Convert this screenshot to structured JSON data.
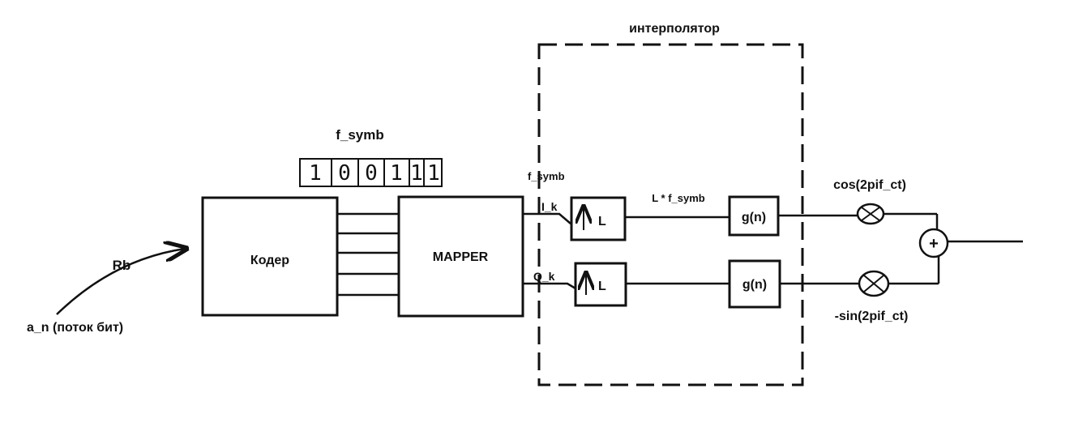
{
  "diagram": {
    "interpolator_label": "интерполятор",
    "bits_label": "f_symb",
    "bits": [
      "1",
      "0",
      "0",
      "1",
      "1",
      "1"
    ],
    "input_stream_label": "a_n (поток бит)",
    "rate_label": "Rb",
    "coder_label": "Кодер",
    "mapper_label": "MAPPER",
    "f_symb_small_label": "f_symb",
    "i_branch_label": "I_k",
    "q_branch_label": "Q_k",
    "upsampler_label": "L",
    "upsampled_rate_label": "L * f_symb",
    "filter_label": "g(n)",
    "cos_label": "cos(2pif_ct)",
    "sin_label": "-sin(2pif_ct)",
    "adder_symbol": "+"
  }
}
